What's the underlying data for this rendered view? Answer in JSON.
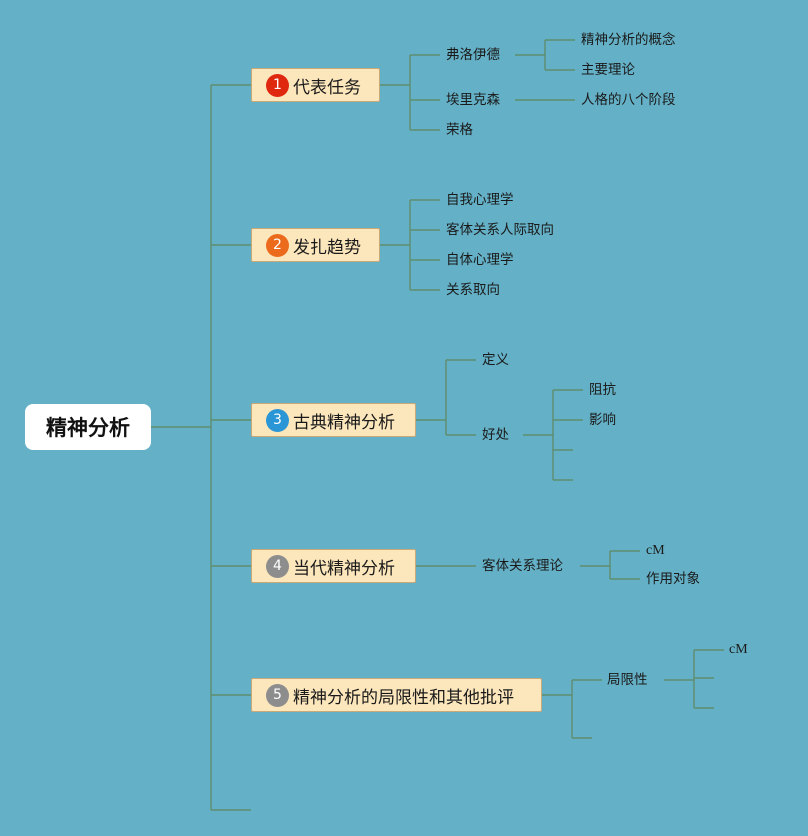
{
  "root": {
    "label": "精神分析"
  },
  "colors": {
    "background": "#64b0c6",
    "line": "#5e8d6f",
    "branch_fill": "#fce6bc"
  },
  "branches": [
    {
      "num": "1",
      "num_color": "#e0280f",
      "label": "代表任务",
      "children": [
        {
          "label": "弗洛伊德",
          "children": [
            "精神分析的概念",
            "主要理论"
          ]
        },
        {
          "label": "埃里克森",
          "children": [
            "人格的八个阶段"
          ]
        },
        {
          "label": "荣格"
        }
      ]
    },
    {
      "num": "2",
      "num_color": "#ec6a1c",
      "label": "发扎趋势",
      "children": [
        {
          "label": "自我心理学"
        },
        {
          "label": "客体关系人际取向"
        },
        {
          "label": "自体心理学"
        },
        {
          "label": "关系取向"
        }
      ]
    },
    {
      "num": "3",
      "num_color": "#2b96d6",
      "label": "古典精神分析",
      "children": [
        {
          "label": "定义"
        },
        {
          "label": "好处",
          "children": [
            "阻抗",
            "影响",
            ""
          ]
        }
      ]
    },
    {
      "num": "4",
      "num_color": "#8d8d8d",
      "label": "当代精神分析",
      "children": [
        {
          "label": "客体关系理论",
          "children": [
            "cM",
            "作用对象"
          ]
        }
      ]
    },
    {
      "num": "5",
      "num_color": "#8d8d8d",
      "label": "精神分析的局限性和其他批评",
      "children": [
        {
          "label": "局限性",
          "children": [
            "cM",
            "",
            ""
          ]
        },
        {
          "label": ""
        }
      ]
    }
  ]
}
